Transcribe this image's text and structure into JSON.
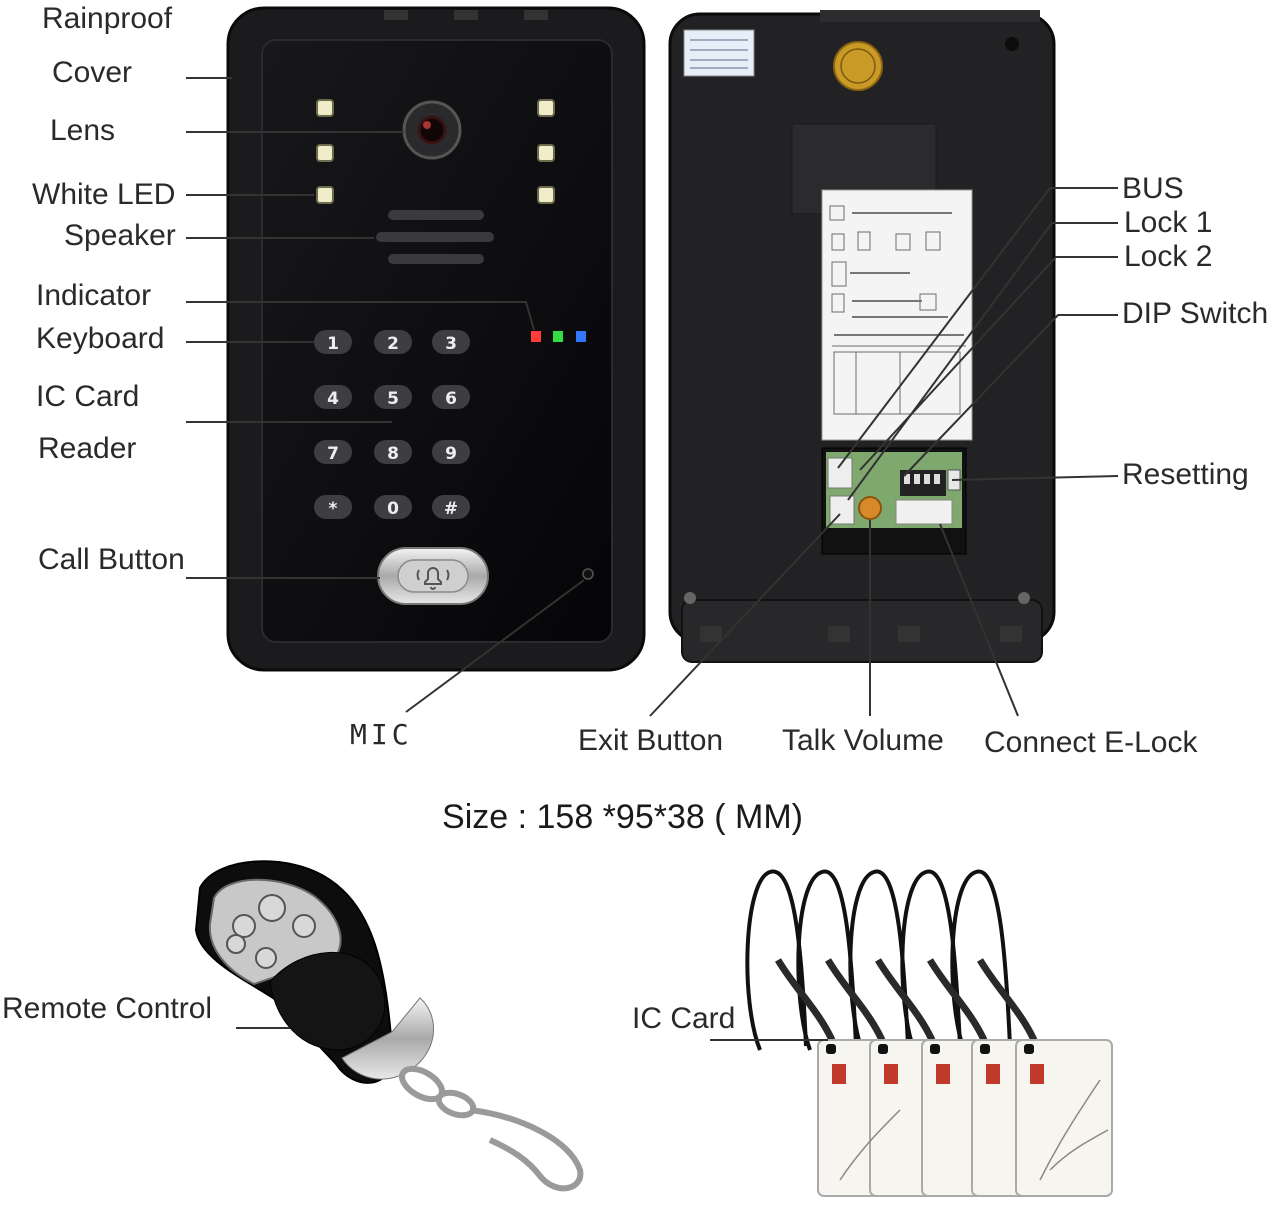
{
  "labels": {
    "rainproof": "Rainproof",
    "cover": "Cover",
    "lens": "Lens",
    "white_led": "White LED",
    "speaker": "Speaker",
    "indicator": "Indicator",
    "keyboard": "Keyboard",
    "ic_card": "IC Card",
    "reader": "Reader",
    "call_button": "Call Button",
    "mic": "MIC",
    "bus": "BUS",
    "lock1": "Lock  1",
    "lock2": "Lock  2",
    "dip_switch": "DIP Switch",
    "resetting": "Resetting",
    "exit_button": "Exit Button",
    "talk_volume": "Talk Volume",
    "connect_elock": "Connect E-Lock",
    "size": "Size : 158 *95*38 ( MM)",
    "remote_control": "Remote Control",
    "ic_card_tag": "IC Card"
  },
  "keypad": {
    "row1": [
      "1",
      "2",
      "3"
    ],
    "row2": [
      "4",
      "5",
      "6"
    ],
    "row3": [
      "7",
      "8",
      "9"
    ],
    "row4": [
      "*",
      "0",
      "#"
    ]
  },
  "indicator_colors": [
    "#ff3b3b",
    "#33dd44",
    "#3377ff"
  ],
  "colors": {
    "device_body": "#1c1c1e",
    "panel": "#0e0e10",
    "label_line": "#333333"
  }
}
